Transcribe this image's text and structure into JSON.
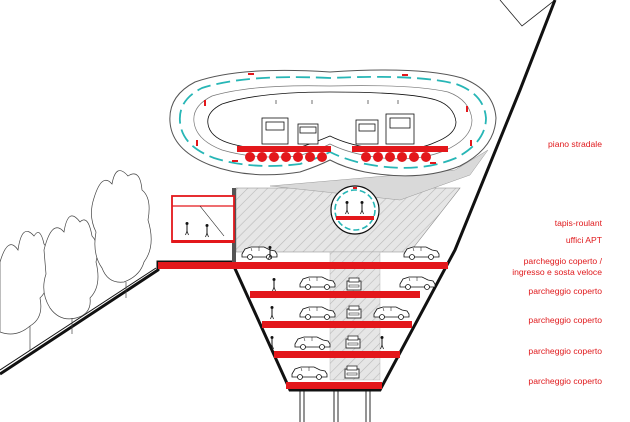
{
  "labels": {
    "piano_stradale": "piano stradale",
    "tapis_roulant": "tapis-roulant",
    "uffici_apt": "uffici APT",
    "parcheggio_ingresso_1": "parcheggio coperto /",
    "parcheggio_ingresso_2": "ingresso e sosta veloce",
    "parcheggio_1": "parcheggio coperto",
    "parcheggio_2": "parcheggio coperto",
    "parcheggio_3": "parcheggio coperto",
    "parcheggio_4": "parcheggio coperto"
  },
  "colors": {
    "accent_red": "#e3171b",
    "hatch_grey": "#cfcfcf",
    "teal": "#27b6b6",
    "ink": "#111111"
  }
}
